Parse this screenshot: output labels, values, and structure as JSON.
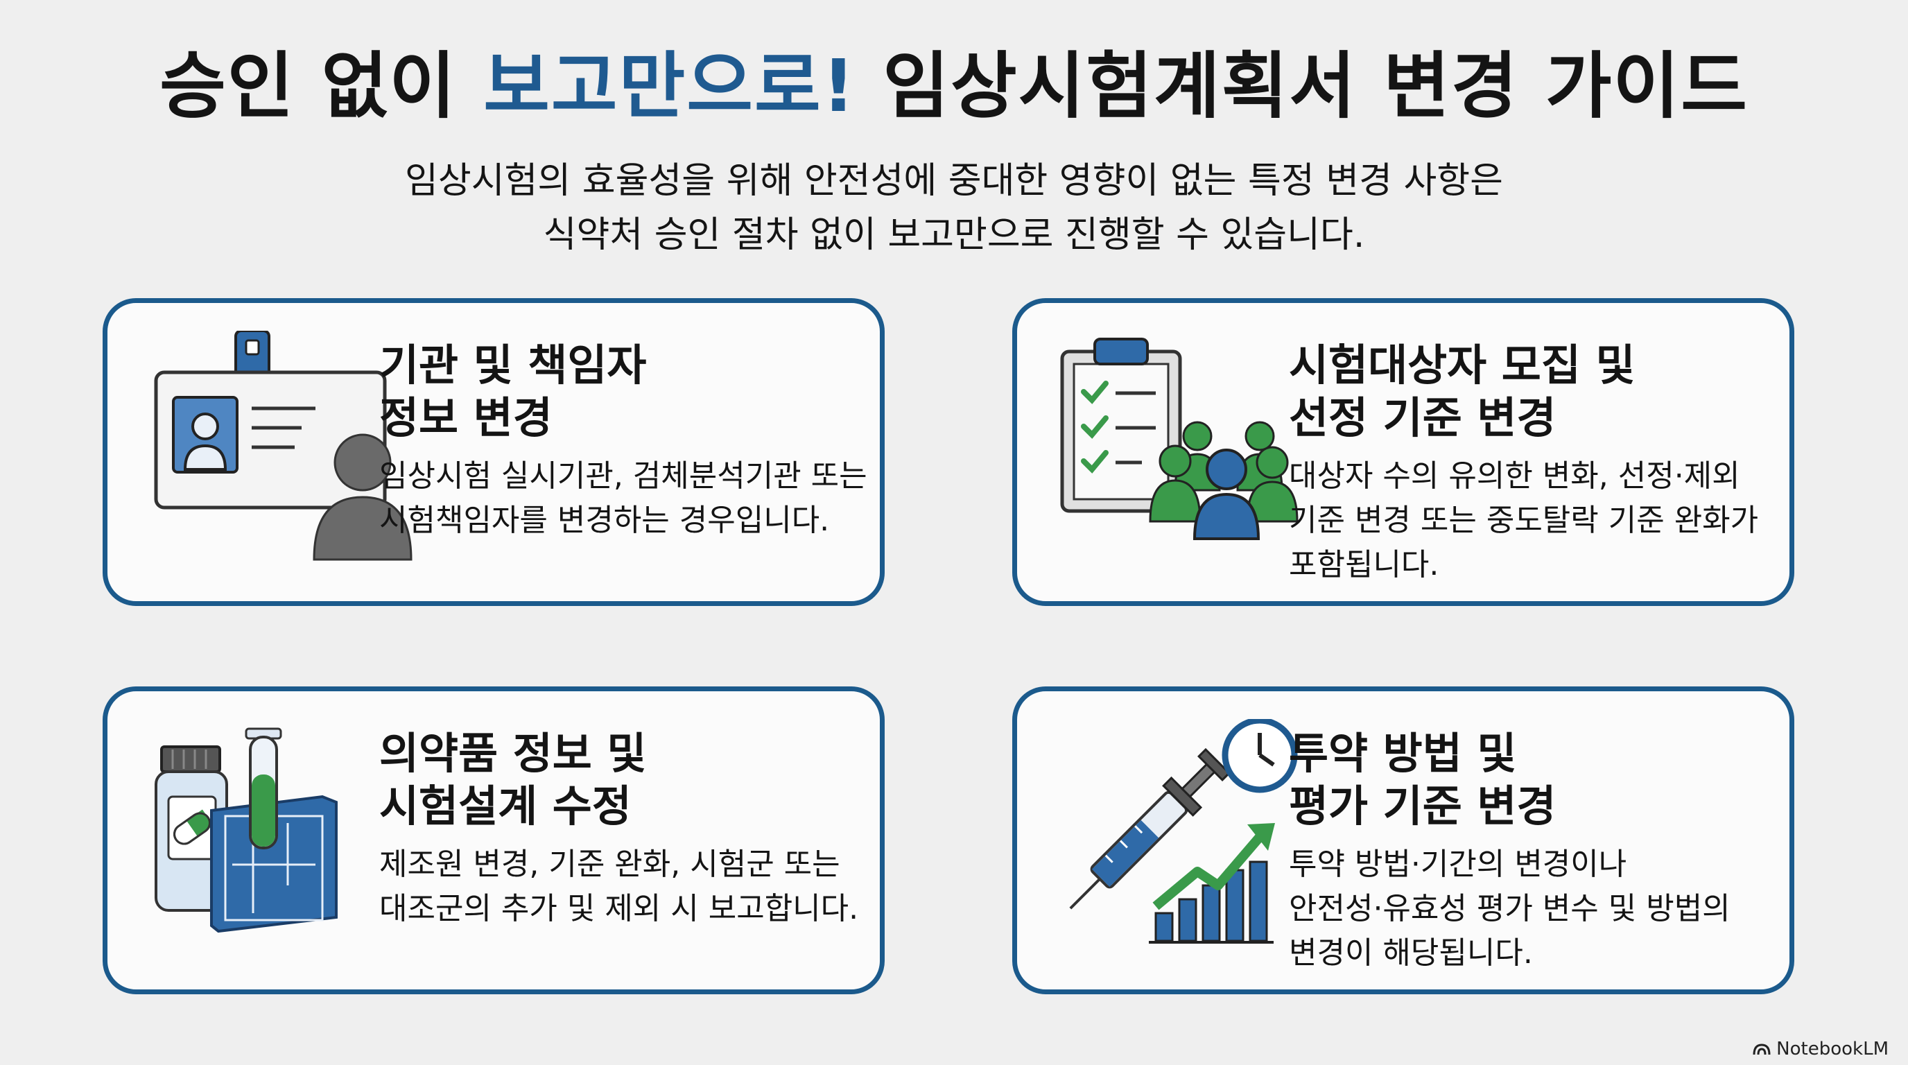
{
  "header": {
    "title_before": "승인 없이 ",
    "title_accent": "보고만으로!",
    "title_after": " 임상시험계획서 변경 가이드",
    "subtitle_line1": "임상시험의 효율성을 위해 안전성에 중대한 영향이 없는 특정 변경 사항은",
    "subtitle_line2": "식약처 승인 절차 없이 보고만으로 진행할 수 있습니다."
  },
  "cards": [
    {
      "title_line1": "기관 및 책임자",
      "title_line2": "정보 변경",
      "body_line1": "임상시험 실시기관, 검체분석기관 또는",
      "body_line2": "시험책임자를 변경하는 경우입니다.",
      "body_line3": "",
      "icon": "id-badge-person-icon"
    },
    {
      "title_line1": "시험대상자 모집 및",
      "title_line2": "선정 기준 변경",
      "body_line1": "대상자 수의 유의한 변화, 선정·제외",
      "body_line2": "기준 변경 또는 중도탈락 기준 완화가",
      "body_line3": "포함됩니다.",
      "icon": "clipboard-group-icon"
    },
    {
      "title_line1": "의약품 정보 및",
      "title_line2": "시험설계 수정",
      "body_line1": "제조원 변경, 기준 완화, 시험군 또는",
      "body_line2": "대조군의 추가 및 제외 시 보고합니다.",
      "body_line3": "",
      "icon": "medicine-blueprint-icon"
    },
    {
      "title_line1": "투약 방법 및",
      "title_line2": "평가 기준 변경",
      "body_line1": "투약 방법·기간의 변경이나",
      "body_line2": "안전성·유효성 평가 변수 및 방법의",
      "body_line3": "변경이 해당됩니다.",
      "icon": "syringe-clock-chart-icon"
    }
  ],
  "footer": {
    "brand": "NotebookLM"
  },
  "colors": {
    "accent": "#1f5a90",
    "border": "#1b5a8c",
    "green": "#3a9a4a"
  }
}
